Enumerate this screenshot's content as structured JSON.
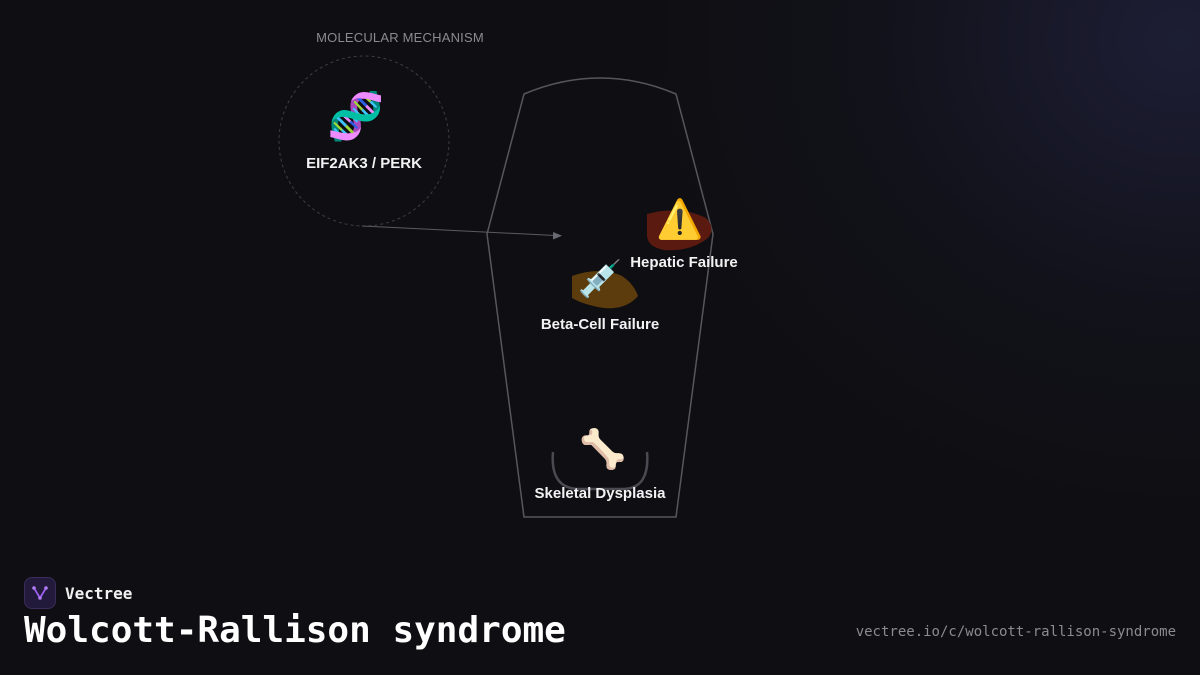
{
  "diagram": {
    "mechanism": {
      "section_title": "MOLECULAR MECHANISM",
      "gene_label": "EIF2AK3 / PERK",
      "icon": "dna-icon"
    },
    "organs": [
      {
        "label": "Hepatic Failure",
        "icon": "warning-icon",
        "color": "#5a1a10"
      },
      {
        "label": "Beta-Cell Failure",
        "icon": "syringe-icon",
        "color": "#5c3c0c"
      },
      {
        "label": "Skeletal Dysplasia",
        "icon": "bone-icon",
        "color": "#3a3a40"
      }
    ]
  },
  "footer": {
    "brand": "Vectree",
    "title": "Wolcott-Rallison syndrome",
    "url": "vectree.io/c/wolcott-rallison-syndrome"
  },
  "colors": {
    "background": "#0f0f13",
    "body_outline": "#5a5a60",
    "brand_accent": "#9b5cf0"
  }
}
